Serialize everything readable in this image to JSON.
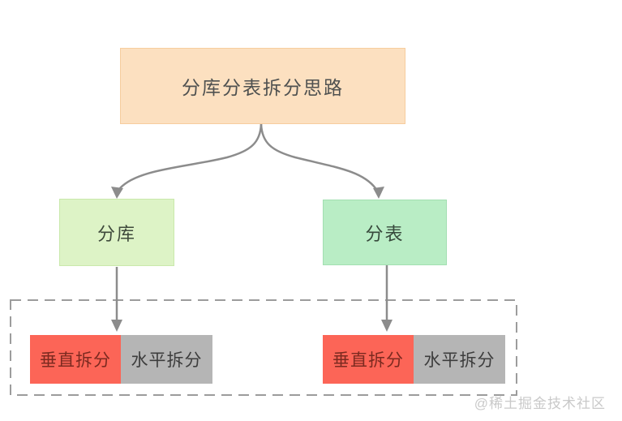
{
  "colors": {
    "root_fill": "#fce0c0",
    "root_border": "#f6cd9e",
    "root_text": "#4f5150",
    "db_fill": "#ddf3c6",
    "db_border": "#c9e9ab",
    "db_text": "#3f4a3c",
    "table_fill": "#b9edc5",
    "table_border": "#a2dfb1",
    "table_text": "#37493c",
    "vertical_fill": "#fc6557",
    "vertical_text": "#7c2a20",
    "horizontal_fill": "#b5b5b5",
    "horizontal_text": "#3d3d3d",
    "arrow": "#8c8c8c",
    "group_border": "#9c9c9c",
    "watermark": "#c9c9c9",
    "canvas_bg": "#ffffff"
  },
  "diagram": {
    "root": {
      "label": "分库分表拆分思路"
    },
    "branches": [
      {
        "label": "分库",
        "children": [
          {
            "label": "垂直拆分",
            "kind": "vertical"
          },
          {
            "label": "水平拆分",
            "kind": "horizontal"
          }
        ]
      },
      {
        "label": "分表",
        "children": [
          {
            "label": "垂直拆分",
            "kind": "vertical"
          },
          {
            "label": "水平拆分",
            "kind": "horizontal"
          }
        ]
      }
    ],
    "watermark": "@稀土掘金技术社区"
  }
}
